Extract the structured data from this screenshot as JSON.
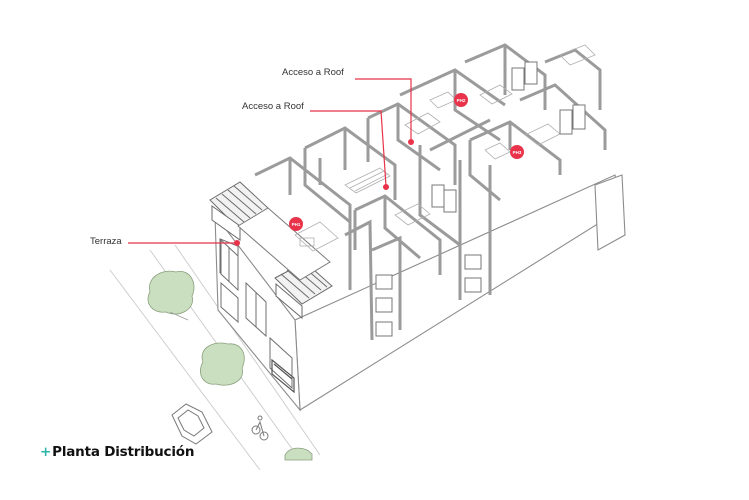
{
  "callouts": [
    {
      "label": "Acceso a Roof"
    },
    {
      "label": "Acceso a Roof"
    },
    {
      "label": "Terraza"
    }
  ],
  "markers": [
    {
      "label": "PH1"
    },
    {
      "label": "PH2"
    },
    {
      "label": "PH3"
    }
  ],
  "footer": {
    "plus": "+",
    "title": "Planta Distribución"
  },
  "colors": {
    "accent": "#e8334a",
    "brand_plus": "#2bb5a8",
    "wall": "#8c8c8c",
    "tree": "#c9dfbf"
  }
}
